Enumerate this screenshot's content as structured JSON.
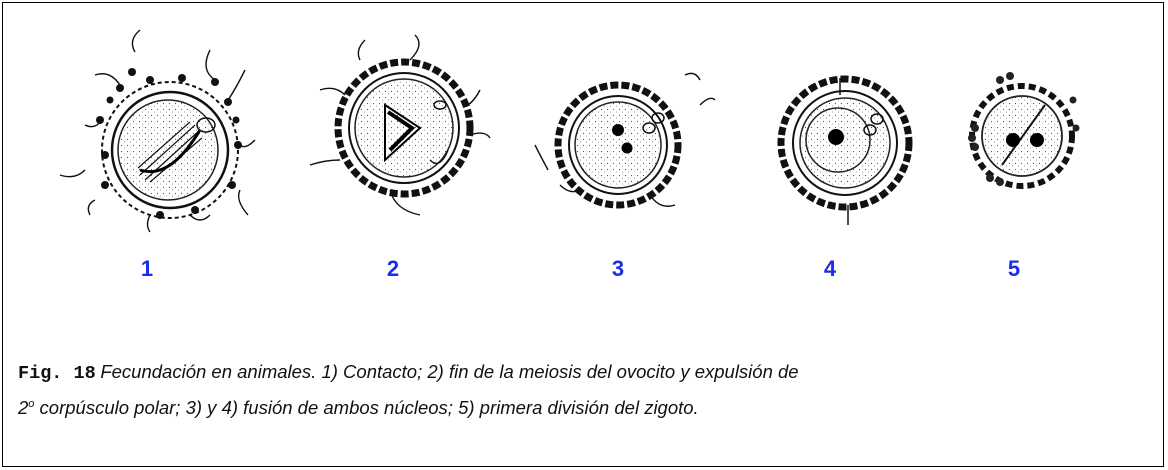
{
  "stages": [
    {
      "number": "1"
    },
    {
      "number": "2"
    },
    {
      "number": "3"
    },
    {
      "number": "4"
    },
    {
      "number": "5"
    }
  ],
  "caption": {
    "figure_ref": "Fig. 18",
    "line1": "Fecundación en animales. 1) Contacto; 2) fin de la meiosis del ovocito y expulsión de",
    "line2_prefix": "2",
    "line2_superscript": "o",
    "line2_rest": " corpúsculo polar; 3) y 4) fusión de ambos núcleos; 5) primera división del zigoto."
  },
  "colors": {
    "label": "#1a2ee8",
    "ink": "#111111",
    "border": "#000000"
  }
}
